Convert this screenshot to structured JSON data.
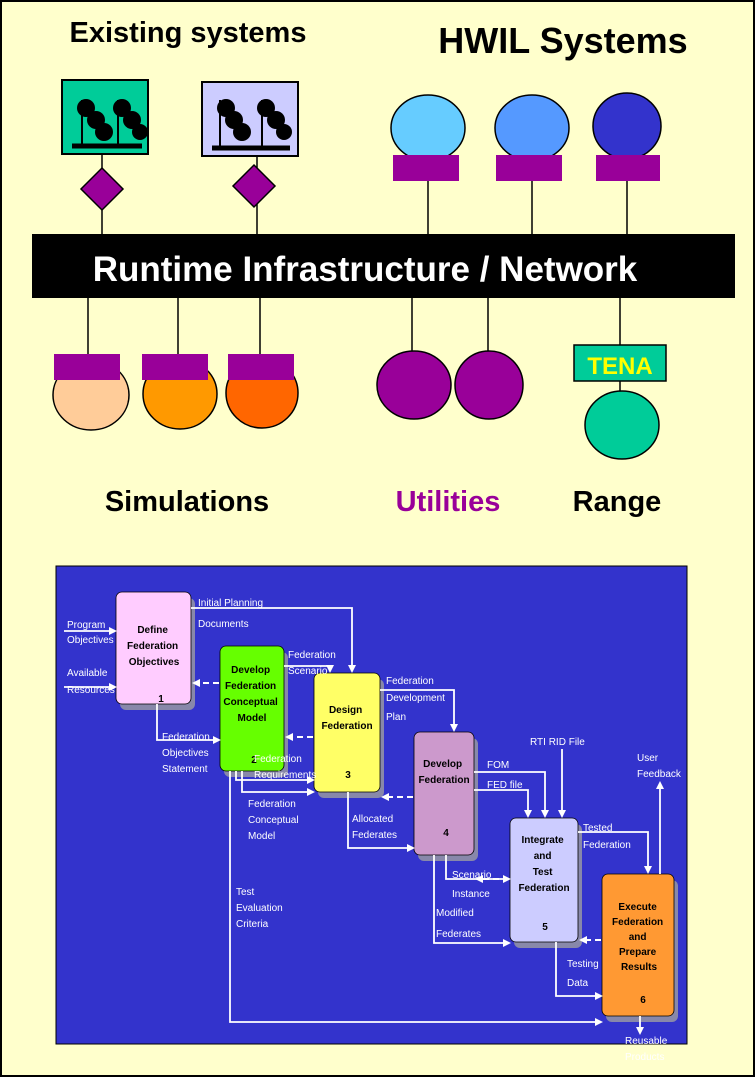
{
  "top": {
    "existing_title": "Existing systems",
    "hwil_title": "HWIL Systems",
    "network_label": "Runtime Infrastructure / Network",
    "tena_label": "TENA",
    "simulations_label": "Simulations",
    "utilities_label": "Utilities",
    "range_label": "Range",
    "colors": {
      "background": "#ffffcc",
      "network": "#000000",
      "connector": "#990099",
      "utilities_text": "#990099",
      "tena_box": "#00cc99",
      "tena_text": "#ffff00",
      "existing1_bg": "#00cc99",
      "existing2_bg": "#ccccff",
      "hwil1": "#66ccff",
      "hwil2": "#5599ff",
      "hwil3": "#3333cc",
      "sim1": "#ffcc99",
      "sim2": "#ff9900",
      "sim3": "#ff6600",
      "util": "#990099",
      "range": "#00cc99"
    }
  },
  "process": {
    "background": "#3333cc",
    "inputs": {
      "program": "Program",
      "objectives": "Objectives",
      "available": "Available",
      "resources": "Resources"
    },
    "steps": [
      {
        "lines": [
          "Define",
          "Federation",
          "Objectives"
        ],
        "number": "1",
        "color": "#ffccff"
      },
      {
        "lines": [
          "Develop",
          "Federation",
          "Conceptual",
          "Model"
        ],
        "number": "2",
        "color": "#66ff00"
      },
      {
        "lines": [
          "Design",
          "Federation"
        ],
        "number": "3",
        "color": "#ffff66"
      },
      {
        "lines": [
          "Develop",
          "Federation"
        ],
        "number": "4",
        "color": "#cc99cc"
      },
      {
        "lines": [
          "Integrate",
          "and",
          "Test",
          "Federation"
        ],
        "number": "5",
        "color": "#ccccff"
      },
      {
        "lines": [
          "Execute",
          "Federation",
          "and",
          "Prepare",
          "Results"
        ],
        "number": "6",
        "color": "#ff9933"
      }
    ],
    "flows": {
      "initial_planning_1": "Initial Planning",
      "initial_planning_2": "Documents",
      "fed_scenario_1": "Federation",
      "fed_scenario_2": "Scenario",
      "fed_dev_plan_1": "Federation",
      "fed_dev_plan_2": "Development",
      "fed_dev_plan_3": "Plan",
      "rti_rid": "RTI RID File",
      "user_feedback_1": "User",
      "user_feedback_2": "Feedback",
      "fom": "FOM",
      "fed_file": "FED file",
      "fed_obj_stmt_1": "Federation",
      "fed_obj_stmt_2": "Objectives",
      "fed_obj_stmt_3": "Statement",
      "fed_req_1": "Federation",
      "fed_req_2": "Requirements",
      "fed_concept_1": "Federation",
      "fed_concept_2": "Conceptual",
      "fed_concept_3": "Model",
      "allocated_1": "Allocated",
      "allocated_2": "Federates",
      "tested_1": "Tested",
      "tested_2": "Federation",
      "scenario_1": "Scenario",
      "scenario_2": "Instance",
      "modified_1": "Modified",
      "modified_2": "Federates",
      "test_eval_1": "Test",
      "test_eval_2": "Evaluation",
      "test_eval_3": "Criteria",
      "testing_1": "Testing",
      "testing_2": "Data",
      "reusable_1": "Reusable",
      "reusable_2": "Products"
    }
  }
}
